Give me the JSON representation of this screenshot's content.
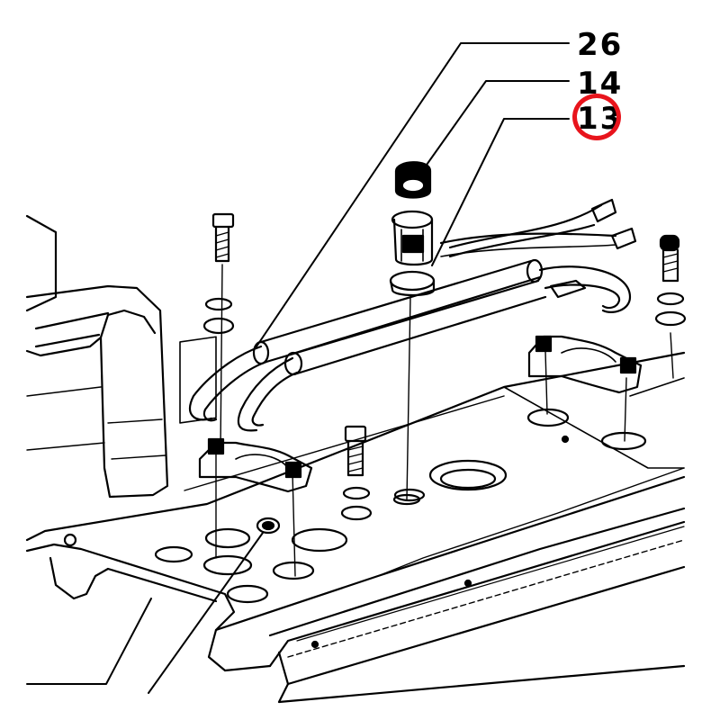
{
  "callouts": {
    "part_26": "26",
    "part_14": "14",
    "part_13": "13"
  },
  "highlight": {
    "target": "13",
    "color": "#e8141c"
  },
  "colors": {
    "line": "#000000",
    "background": "#ffffff"
  }
}
